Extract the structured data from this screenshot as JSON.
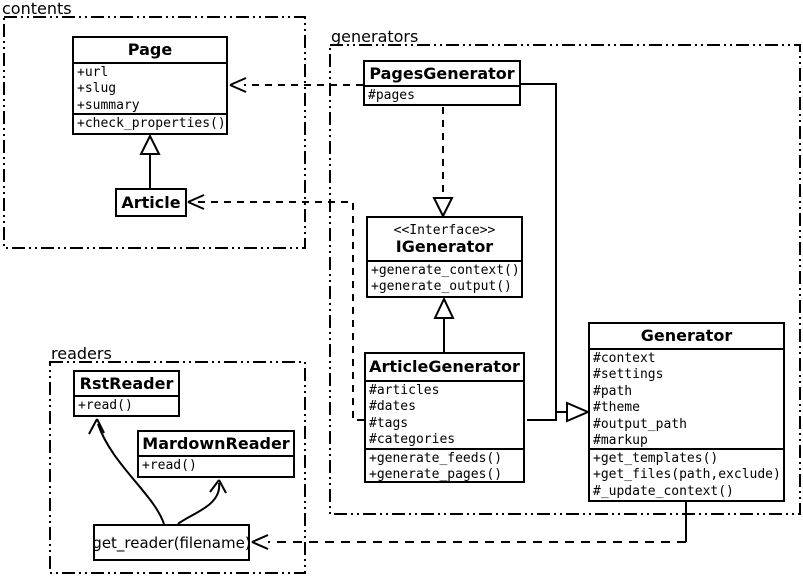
{
  "colors": {
    "ink": "#000000",
    "background": "#ffffff"
  },
  "packages": {
    "contents": {
      "label": "contents"
    },
    "generators": {
      "label": "generators"
    },
    "readers": {
      "label": "readers"
    }
  },
  "classes": {
    "page": {
      "name": "Page",
      "attributes": [
        "+url",
        "+slug",
        "+summary"
      ],
      "methods": [
        "+check_properties()"
      ]
    },
    "article": {
      "name": "Article"
    },
    "pages_generator": {
      "name": "PagesGenerator",
      "attributes": [
        "#pages"
      ]
    },
    "igenerator": {
      "stereotype": "<<Interface>>",
      "name": "IGenerator",
      "methods": [
        "+generate_context()",
        "+generate_output()"
      ]
    },
    "article_generator": {
      "name": "ArticleGenerator",
      "attributes": [
        "#articles",
        "#dates",
        "#tags",
        "#categories"
      ],
      "methods": [
        "+generate_feeds()",
        "+generate_pages()"
      ]
    },
    "generator": {
      "name": "Generator",
      "attributes": [
        "#context",
        "#settings",
        "#path",
        "#theme",
        "#output_path",
        "#markup"
      ],
      "methods": [
        "+get_templates()",
        "+get_files(path,exclude)",
        "#_update_context()"
      ]
    },
    "rst_reader": {
      "name": "RstReader",
      "methods": [
        "+read()"
      ]
    },
    "mardown_reader": {
      "name": "MardownReader",
      "methods": [
        "+read()"
      ]
    },
    "get_reader": {
      "name": "get_reader(filename)"
    }
  }
}
